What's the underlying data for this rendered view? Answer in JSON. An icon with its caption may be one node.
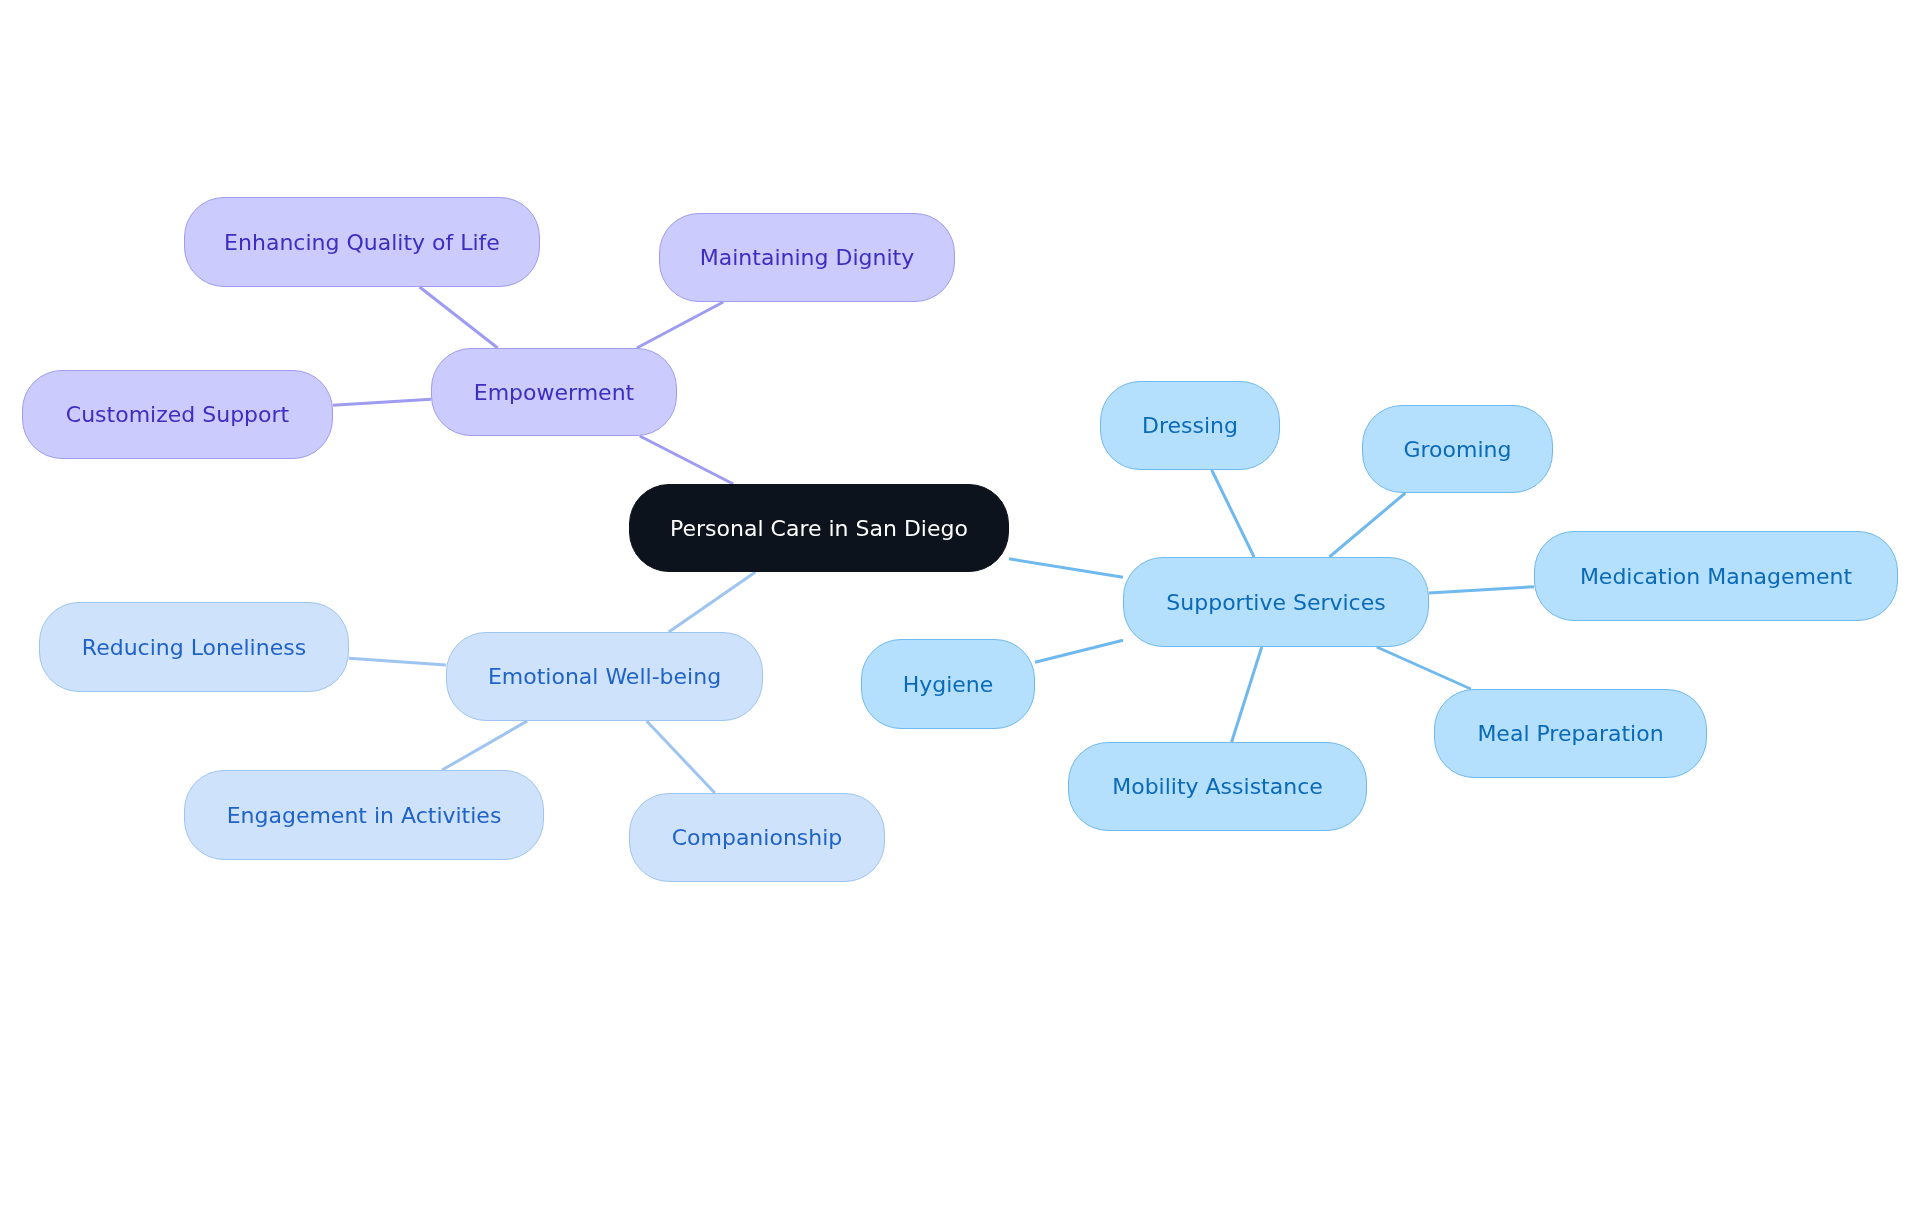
{
  "diagram": {
    "nodes": [
      {
        "text": [
          "Personal Care in San Diego"
        ]
      },
      {
        "text": [
          "Empowerment"
        ]
      },
      {
        "text": [
          "Enhancing Quality of Life"
        ]
      },
      {
        "text": [
          "Maintaining Dignity"
        ]
      },
      {
        "text": [
          "Customized Support"
        ]
      },
      {
        "text": [
          "Emotional Well-being"
        ]
      },
      {
        "text": [
          "Reducing Loneliness"
        ]
      },
      {
        "text": [
          "Engagement in Activities"
        ]
      },
      {
        "text": [
          "Companionship"
        ]
      },
      {
        "text": [
          "Supportive Services"
        ]
      },
      {
        "text": [
          "Dressing"
        ]
      },
      {
        "text": [
          "Grooming"
        ]
      },
      {
        "text": [
          "Medication Management"
        ]
      },
      {
        "text": [
          "Meal Preparation"
        ]
      },
      {
        "text": [
          "Mobility Assistance"
        ]
      },
      {
        "text": [
          "Hygiene"
        ]
      }
    ],
    "edges": [
      {
        "from": 0,
        "to": 1,
        "arrow": "none",
        "color": "#9d9cf0"
      },
      {
        "from": 1,
        "to": 2,
        "arrow": "none",
        "color": "#9d9cf0"
      },
      {
        "from": 1,
        "to": 3,
        "arrow": "none",
        "color": "#9d9cf0"
      },
      {
        "from": 1,
        "to": 4,
        "arrow": "none",
        "color": "#9d9cf0"
      },
      {
        "from": 0,
        "to": 5,
        "arrow": "none",
        "color": "#9ec4f0"
      },
      {
        "from": 5,
        "to": 6,
        "arrow": "none",
        "color": "#9ec4f0"
      },
      {
        "from": 5,
        "to": 7,
        "arrow": "none",
        "color": "#9ec4f0"
      },
      {
        "from": 5,
        "to": 8,
        "arrow": "none",
        "color": "#9ec4f0"
      },
      {
        "from": 0,
        "to": 9,
        "arrow": "none"
      },
      {
        "from": 9,
        "to": 10,
        "arrow": "none"
      },
      {
        "from": 9,
        "to": 11,
        "arrow": "none"
      },
      {
        "from": 9,
        "to": 12,
        "arrow": "none"
      },
      {
        "from": 9,
        "to": 13,
        "arrow": "none"
      },
      {
        "from": 9,
        "to": 14,
        "arrow": "none"
      },
      {
        "from": 9,
        "to": 15,
        "arrow": "none"
      }
    ]
  }
}
